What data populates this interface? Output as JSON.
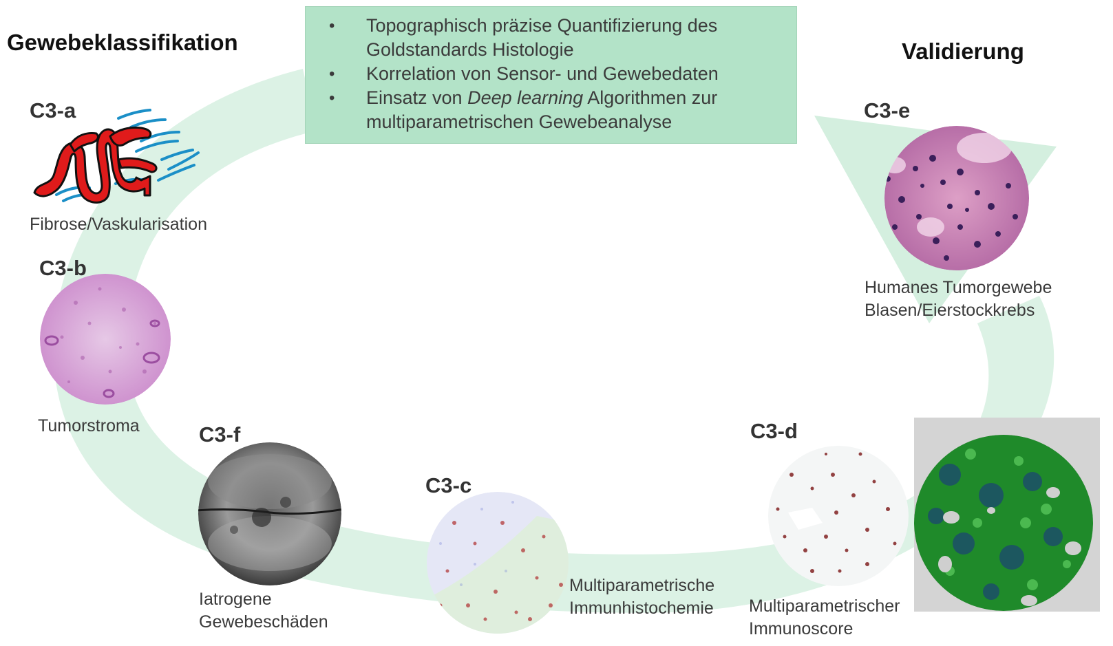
{
  "headings": {
    "left": "Gewebeklassifikation",
    "right": "Validierung"
  },
  "bullets": [
    {
      "before": "Topographisch präzise Quantifizierung des Goldstandards Histologie",
      "em": "",
      "after": ""
    },
    {
      "before": "Korrelation von Sensor- und Gewebedaten",
      "em": "",
      "after": ""
    },
    {
      "before": "Einsatz von ",
      "em": "Deep learning",
      "after": " Algorithmen zur multiparametrischen Gewebeanalyse"
    }
  ],
  "bullet_symbol": "•",
  "items": {
    "a": {
      "code": "C3-a",
      "label_lines": [
        "Fibrose/Vaskularisation"
      ]
    },
    "b": {
      "code": "C3-b",
      "label_lines": [
        "Tumorstroma"
      ]
    },
    "c": {
      "code": "C3-c",
      "label_lines": [
        "Multiparametrische",
        "Immunhistochemie"
      ]
    },
    "d": {
      "code": "C3-d",
      "label_lines": [
        "Multiparametrischer",
        "Immunoscore"
      ]
    },
    "e": {
      "code": "C3-e",
      "label_lines": [
        "Humanes Tumorgewebe",
        "Blasen/Eierstockkrebs"
      ]
    },
    "f": {
      "code": "C3-f",
      "label_lines": [
        "Iatrogene",
        "Gewebeschäden"
      ]
    }
  },
  "colors": {
    "cycle_arrow": "#dcf2e5",
    "bullet_box": "#b3e3c8",
    "vessel_red": "#e01b1b",
    "fiber_blue": "#1b8fc7",
    "he_stain_pink": "#d7a2d3",
    "ihc_green": "#1f8a2a"
  }
}
